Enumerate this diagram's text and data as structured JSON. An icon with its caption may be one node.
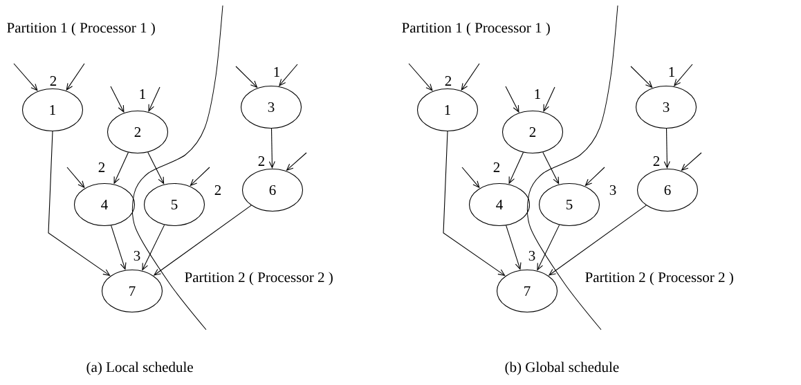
{
  "diagram": {
    "nodes": [
      {
        "text": [
          "1"
        ],
        "beside": [
          "2"
        ]
      },
      {
        "text": [
          "2"
        ],
        "beside": [
          "1"
        ]
      },
      {
        "text": [
          "3"
        ],
        "beside": [
          "1"
        ]
      },
      {
        "text": [
          "4"
        ],
        "beside": [
          "2"
        ]
      },
      {
        "text": [
          "5"
        ],
        "beside": [
          "2"
        ]
      },
      {
        "text": [
          "6"
        ],
        "beside": [
          "2"
        ]
      },
      {
        "text": [
          "7"
        ],
        "beside": [
          "3"
        ]
      },
      {
        "text": [
          "1"
        ],
        "beside": [
          "2"
        ]
      },
      {
        "text": [
          "2"
        ],
        "beside": [
          "1"
        ]
      },
      {
        "text": [
          "3"
        ],
        "beside": [
          "1"
        ]
      },
      {
        "text": [
          "4"
        ],
        "beside": [
          "2"
        ]
      },
      {
        "text": [
          "5"
        ],
        "beside": [
          "3"
        ]
      },
      {
        "text": [
          "6"
        ],
        "beside": [
          "2"
        ]
      },
      {
        "text": [
          "7"
        ],
        "beside": [
          "3"
        ]
      }
    ],
    "edges": [
      {
        "from": 0,
        "to": 6,
        "arrow": "to"
      },
      {
        "from": 1,
        "to": 3,
        "arrow": "to"
      },
      {
        "from": 1,
        "to": 4,
        "arrow": "to"
      },
      {
        "from": 2,
        "to": 5,
        "arrow": "to"
      },
      {
        "from": 3,
        "to": 6,
        "arrow": "to"
      },
      {
        "from": 4,
        "to": 6,
        "arrow": "to"
      },
      {
        "from": 5,
        "to": 6,
        "arrow": "to"
      },
      {
        "from": null,
        "to": 0,
        "arrow": "to"
      },
      {
        "from": null,
        "to": 0,
        "arrow": "to"
      },
      {
        "from": null,
        "to": 1,
        "arrow": "to"
      },
      {
        "from": null,
        "to": 1,
        "arrow": "to"
      },
      {
        "from": null,
        "to": 2,
        "arrow": "to"
      },
      {
        "from": null,
        "to": 2,
        "arrow": "to"
      },
      {
        "from": null,
        "to": 3,
        "arrow": "to"
      },
      {
        "from": null,
        "to": 4,
        "arrow": "to"
      },
      {
        "from": null,
        "to": 5,
        "arrow": "to"
      },
      {
        "from": 7,
        "to": 13,
        "arrow": "to"
      },
      {
        "from": 8,
        "to": 10,
        "arrow": "to"
      },
      {
        "from": 8,
        "to": 11,
        "arrow": "to"
      },
      {
        "from": 9,
        "to": 12,
        "arrow": "to"
      },
      {
        "from": 10,
        "to": 13,
        "arrow": "to"
      },
      {
        "from": 11,
        "to": 13,
        "arrow": "to"
      },
      {
        "from": 12,
        "to": 13,
        "arrow": "to"
      },
      {
        "from": null,
        "to": 7,
        "arrow": "to"
      },
      {
        "from": null,
        "to": 7,
        "arrow": "to"
      },
      {
        "from": null,
        "to": 8,
        "arrow": "to"
      },
      {
        "from": null,
        "to": 8,
        "arrow": "to"
      },
      {
        "from": null,
        "to": 9,
        "arrow": "to"
      },
      {
        "from": null,
        "to": 9,
        "arrow": "to"
      },
      {
        "from": null,
        "to": 10,
        "arrow": "to"
      },
      {
        "from": null,
        "to": 11,
        "arrow": "to"
      },
      {
        "from": null,
        "to": 12,
        "arrow": "to"
      }
    ],
    "labels": [
      "Partition 1 ( Processor 1 )",
      "Partition 1 ( Processor 1 )",
      "Partition 2 ( Processor 2 )",
      "Partition 2 ( Processor 2 )",
      "(a) Local schedule",
      "(b) Global schedule"
    ]
  }
}
